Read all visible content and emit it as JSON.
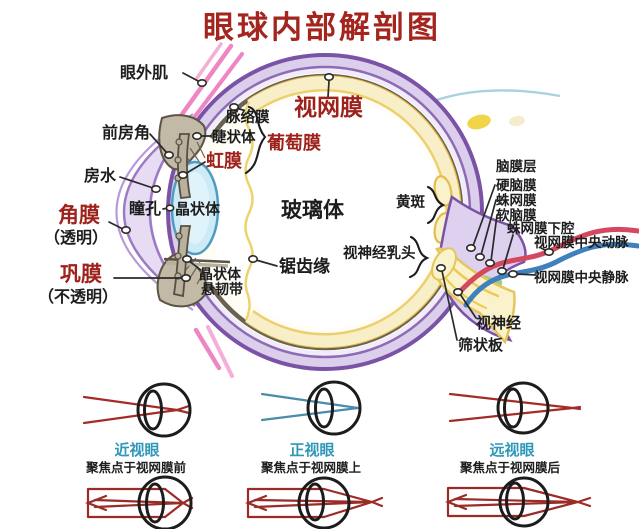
{
  "title": "眼球内部解剖图",
  "colors": {
    "title_red": "#a3251e",
    "label_red": "#9e221c",
    "label_black": "#1d1d1d",
    "teal_label": "#2f97b8",
    "sclera_lavender": "#dccfec",
    "choroid_olive": "#6a6250",
    "retina_yellow": "#e2bd4d",
    "lens_blue": "#cdeaf6",
    "artery_red": "#d4495f",
    "vein_blue": "#3f80bd",
    "muscle_pink": "#ef86c4",
    "ray_red": "#a32c28",
    "ray_blue": "#4a8cab"
  },
  "anatomy": {
    "extraocular_muscle": "眼外肌",
    "anterior_chamber_angle": "前房角",
    "aqueous_humor": "房水",
    "cornea": "角膜",
    "cornea_note": "（透明）",
    "sclera": "巩膜",
    "sclera_note": "（不透明）",
    "pupil": "瞳孔",
    "lens": "晶状体",
    "iris": "虹膜",
    "ciliary_body": "睫状体",
    "choroid": "脉络膜",
    "uvea": "葡萄膜",
    "retina": "视网膜",
    "vitreous_body": "玻璃体",
    "ora_serrata": "锯齿缘",
    "zonule_line1": "晶状体",
    "zonule_line2": "悬韧带",
    "macula": "黄斑",
    "optic_disc": "视神经乳头",
    "meningeal_layers": "脑膜层",
    "dura_mater": "硬脑膜",
    "arachnoid": "蛛网膜",
    "pia_mater": "软脑膜",
    "subarachnoid_space": "蛛网膜下腔",
    "central_retinal_artery": "视网膜中央动脉",
    "central_retinal_vein": "视网膜中央静脉",
    "optic_nerve": "视神经",
    "lamina_cribrosa": "筛状板"
  },
  "refraction": {
    "myopia": {
      "name": "近视眼",
      "desc": "聚焦点于视网膜前"
    },
    "emmetropia": {
      "name": "正视眼",
      "desc": "聚焦点于视网膜上"
    },
    "hyperopia": {
      "name": "远视眼",
      "desc": "聚焦点于视网膜后"
    }
  }
}
